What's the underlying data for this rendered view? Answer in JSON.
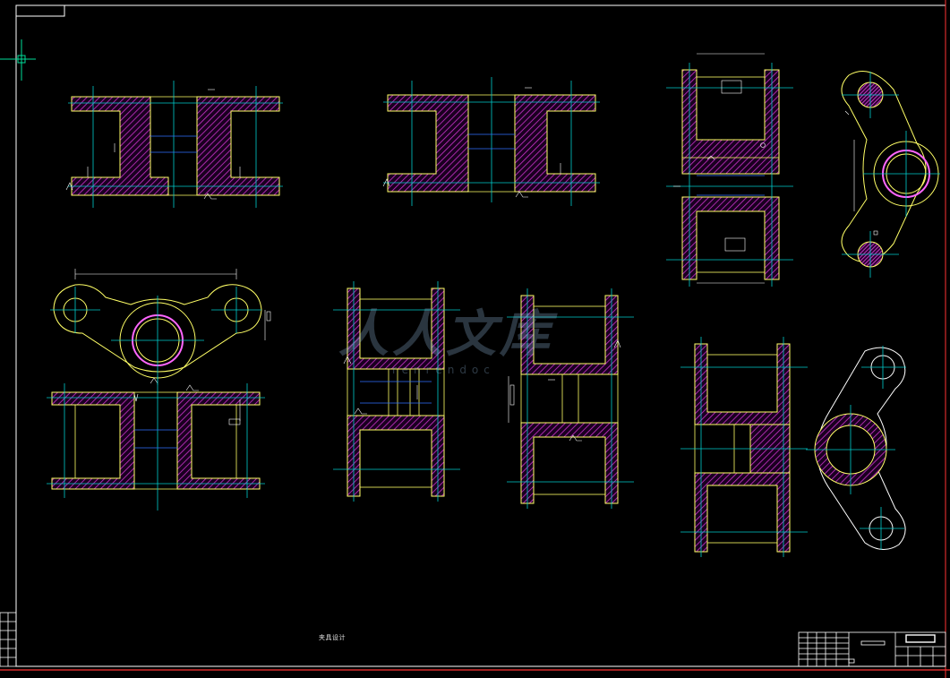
{
  "drawing": {
    "title": "零件图",
    "background": "#000000",
    "colors": {
      "outline": "#ffff66",
      "section_hatch": "#cc33cc",
      "centerline": "#00cccc",
      "dimension": "#ffffff",
      "center_mark": "#2f6fff",
      "border": "#ffffff",
      "frame_bottom": "#ff3333"
    }
  },
  "notes": {
    "design_text": "夹具设计"
  },
  "watermark": {
    "text_cn": "人人文库",
    "text_en": "renrendoc"
  },
  "icons": {
    "ucs": "crosshair-icon",
    "watermark": "watermark-logo"
  }
}
